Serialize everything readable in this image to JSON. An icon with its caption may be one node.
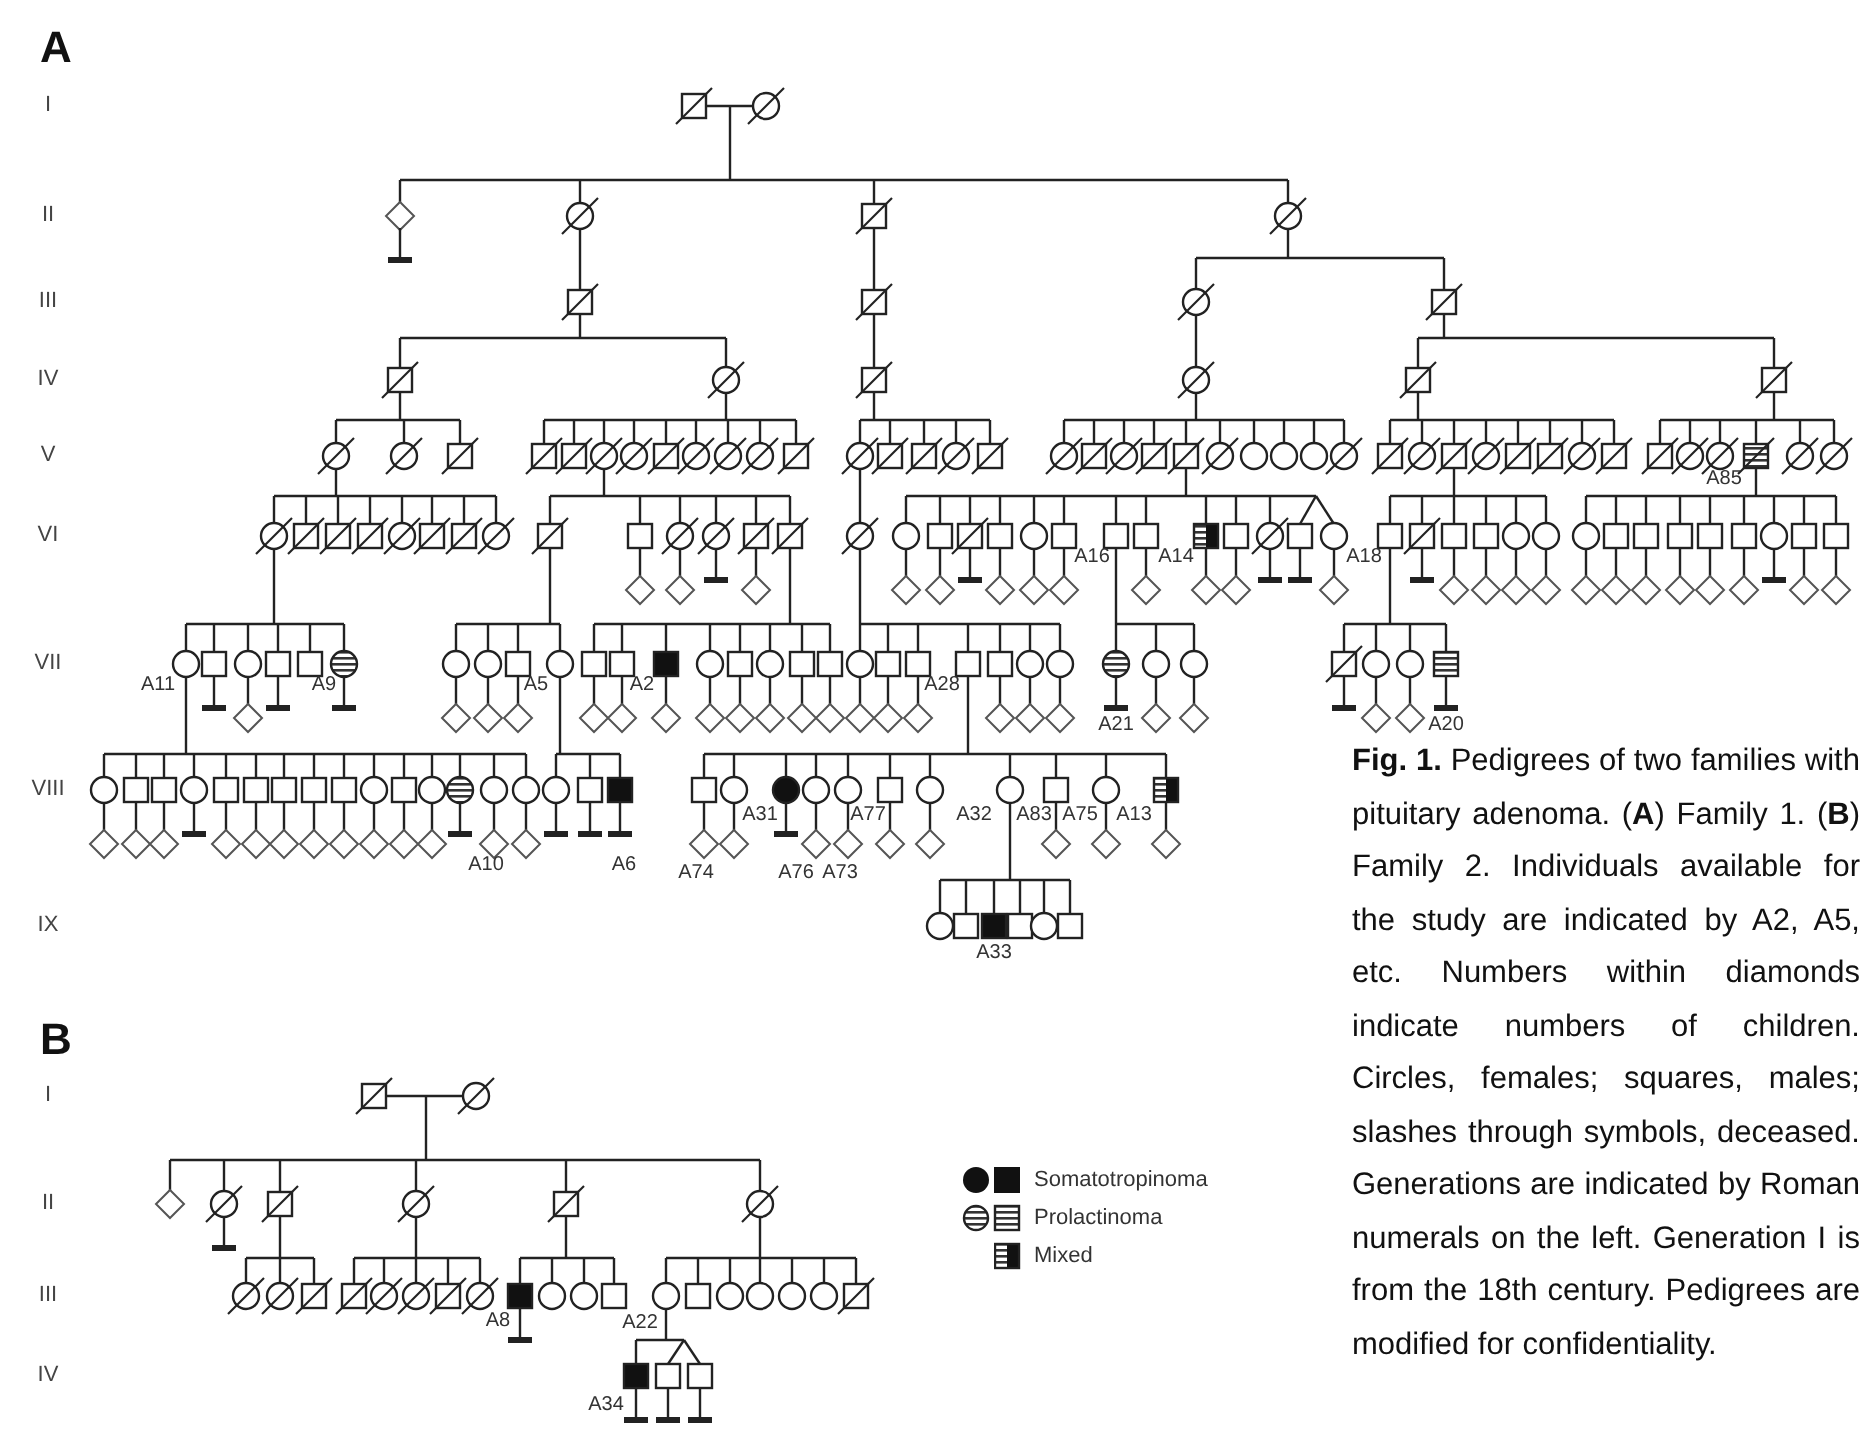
{
  "diagram": {
    "caption": "**Fig. 1.** Pedigrees of two families with pituitary adenoma. (**A**) Family 1. (**B**) Family 2. Individuals available for the study are indicated by A2, A5, etc. Numbers within diamonds indicate numbers of children. Circles, females; squares, males; slashes through symbols, deceased. Generations are indicated by Roman numerals on the left. Generation I is from the 18th century. Pedigrees are modified for confidentiality.",
    "labels": [
      "A",
      "I",
      "II",
      "III",
      "IV",
      "V",
      "VI",
      "VII",
      "VIII",
      "IX",
      "A85",
      "A16",
      "A14",
      "A18",
      "A11",
      "A9",
      "A5",
      "A2",
      "A28",
      "A21",
      "A20",
      "A10",
      "A6",
      "A31",
      "A77",
      "A32",
      "A83",
      "A75",
      "A13",
      "A74",
      "A76",
      "A73",
      "A33",
      "B",
      "I",
      "II",
      "III",
      "IV",
      "A8",
      "A22",
      "A34"
    ],
    "legend": [
      {
        "text": "Somatotropinoma"
      },
      {
        "text": "Prolactinoma"
      },
      {
        "text": "Mixed"
      }
    ]
  }
}
